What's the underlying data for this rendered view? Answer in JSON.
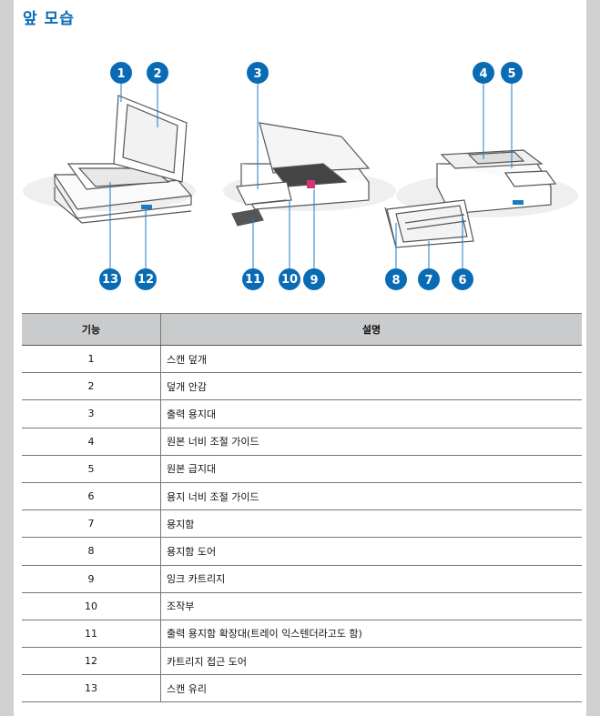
{
  "title": "앞 모습",
  "badges": [
    "1",
    "2",
    "3",
    "4",
    "5",
    "6",
    "7",
    "8",
    "9",
    "10",
    "11",
    "12",
    "13"
  ],
  "table": {
    "headers": [
      "기능",
      "설명"
    ],
    "rows": [
      {
        "num": "1",
        "desc": "스캔 덮개"
      },
      {
        "num": "2",
        "desc": "덮개 안감"
      },
      {
        "num": "3",
        "desc": "출력 용지대"
      },
      {
        "num": "4",
        "desc": "원본 너비 조절 가이드"
      },
      {
        "num": "5",
        "desc": "원본 급지대"
      },
      {
        "num": "6",
        "desc": "용지 너비 조절 가이드"
      },
      {
        "num": "7",
        "desc": "용지함"
      },
      {
        "num": "8",
        "desc": "용지함 도어"
      },
      {
        "num": "9",
        "desc": "잉크 카트리지"
      },
      {
        "num": "10",
        "desc": "조작부"
      },
      {
        "num": "11",
        "desc": "출력 용지함 확장대(트레이 익스텐더라고도 함)"
      },
      {
        "num": "12",
        "desc": "카트리지 접근 도어"
      },
      {
        "num": "13",
        "desc": "스캔 유리"
      }
    ]
  },
  "colors": {
    "badge": "#0a6bb5",
    "title": "#0a6bb5",
    "header_bg": "#c9cbcd"
  }
}
